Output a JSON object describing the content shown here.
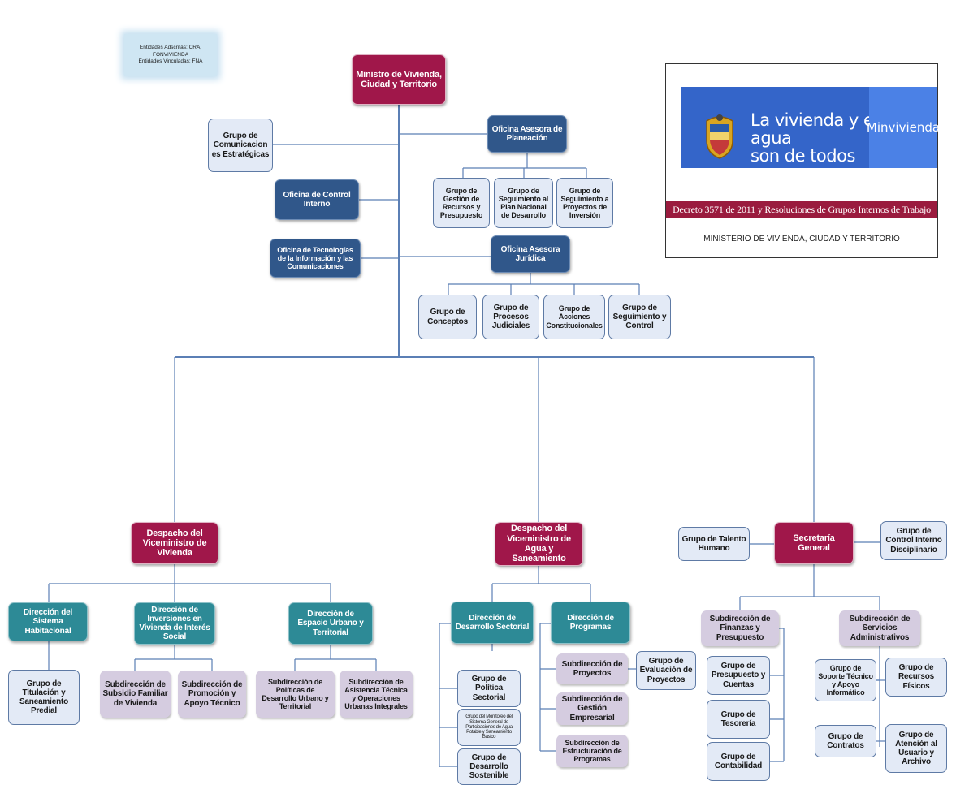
{
  "note": {
    "line1": "Entidades Adscritas: CRA, FONVIVIENDA",
    "line2": "Entidades Vinculadas: FNA"
  },
  "logo": {
    "slogan_line1": "La vivienda y el agua",
    "slogan_line2": "son de todos",
    "brand": "Minvivienda",
    "decree": "Decreto 3571 de 2011 y Resoluciones de Grupos Internos de Trabajo",
    "ministry": "MINISTERIO DE VIVIENDA, CIUDAD Y TERRITORIO",
    "band_color": "#3465c9",
    "brand_color": "#4b81e6",
    "decree_color": "#9a1b3e",
    "icon": "coat-of-arms-icon"
  },
  "colors": {
    "maroon": "#a0174a",
    "navy": "#30578a",
    "pale": "#e3eaf6",
    "teal": "#2d8a96",
    "lilac": "#d5cce0",
    "line": "#5b7fb5"
  },
  "nodes": {
    "minister": "Ministro de Vivienda, Ciudad y Territorio",
    "grupo_comunicaciones": "Grupo de Comunicacion es Estratégicas",
    "oficina_control_interno": "Oficina de Control Interno",
    "oficina_tic": "Oficina de Tecnologías de la Información y las Comunicaciones",
    "oficina_planeacion": "Oficina Asesora de Planeación",
    "grupo_gestion_recursos": "Grupo de Gestión de Recursos y Presupuesto",
    "grupo_seguimiento_plan": "Grupo de Seguimiento al Plan Nacional de Desarrollo",
    "grupo_seguimiento_proyectos": "Grupo de Seguimiento a Proyectos de Inversión",
    "oficina_juridica": "Oficina Asesora Jurídica",
    "grupo_conceptos": "Grupo de Conceptos",
    "grupo_procesos": "Grupo de Procesos Judiciales",
    "grupo_acciones": "Grupo de Acciones Constitucionales",
    "grupo_seguimiento_control": "Grupo de Seguimiento y Control",
    "vice_vivienda": "Despacho del Viceministro de Vivienda",
    "dir_sistema_habitacional": "Dirección del Sistema Habitacional",
    "dir_inversiones": "Dirección de Inversiones en Vivienda de Interés Social",
    "dir_espacio_urbano": "Dirección de Espacio Urbano y Territorial",
    "grupo_titulacion": "Grupo de Titulación y Saneamiento Predial",
    "sub_subsidio": "Subdirección de Subsidio Familiar de Vivienda",
    "sub_promocion": "Subdirección de Promoción y Apoyo Técnico",
    "sub_politicas": "Subdirección de Políticas de Desarrollo Urbano y Territorial",
    "sub_asistencia": "Subdirección de Asistencia Técnica y Operaciones Urbanas Integrales",
    "vice_agua": "Despacho del Viceministro de Agua y Saneamiento",
    "dir_desarrollo_sectorial": "Dirección de Desarrollo Sectorial",
    "dir_programas": "Dirección de Programas",
    "grupo_politica_sectorial": "Grupo de Política Sectorial",
    "grupo_monitoreo": "Grupo del Monitoreo del Sistema General de Participaciones de Agua Potable y Saneamiento Básico",
    "grupo_desarrollo_sostenible": "Grupo de Desarrollo Sostenible",
    "sub_proyectos": "Subdirección de Proyectos",
    "grupo_evaluacion": "Grupo de Evaluación de Proyectos",
    "sub_gestion_empresarial": "Subdirección de Gestión Empresarial",
    "sub_estructuracion": "Subdirección de Estructuración de Programas",
    "secretaria": "Secretaría General",
    "grupo_talento": "Grupo de Talento Humano",
    "grupo_control_disciplinario": "Grupo de Control Interno Disciplinario",
    "sub_finanzas": "Subdirección de Finanzas y Presupuesto",
    "sub_servicios": "Subdirección de Servicios Administrativos",
    "grupo_presupuesto_cuentas": "Grupo de Presupuesto y Cuentas",
    "grupo_tesoreria": "Grupo de Tesorería",
    "grupo_contabilidad": "Grupo de Contabilidad",
    "grupo_soporte": "Grupo de Soporte Técnico y Apoyo Informático",
    "grupo_recursos_fisicos": "Grupo de Recursos Físicos",
    "grupo_contratos": "Grupo de Contratos",
    "grupo_atencion": "Grupo de Atención al Usuario y Archivo"
  }
}
